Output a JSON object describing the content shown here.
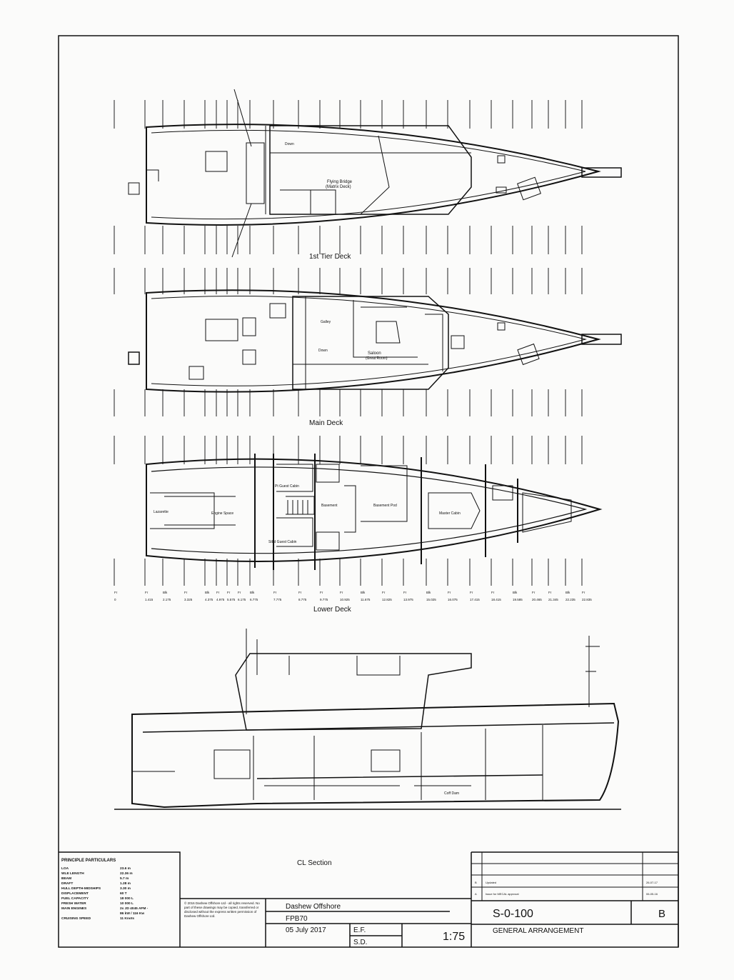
{
  "decks": {
    "tier1": {
      "label": "1st Tier Deck",
      "room": "Flying Bridge",
      "room_sub": "(Matrix Deck)",
      "down": "Down"
    },
    "main": {
      "label": "Main Deck",
      "galley": "Galley",
      "saloon": "Saloon",
      "saloon_sub": "(Great Room)",
      "down": "Down"
    },
    "lower": {
      "label": "Lower Deck",
      "lazarette": "Lazarette",
      "engine": "Engine Space",
      "guest1": "Pt Guest Cabin",
      "guest2": "Stbd Guest Cabin",
      "basement": "Basement",
      "basement_pod": "Basement Pod",
      "master": "Master Cabin"
    },
    "section": {
      "label": "CL Section",
      "cofferdam": "Coff Dam"
    }
  },
  "frames": [
    {
      "t": "Fr",
      "v": "0"
    },
    {
      "t": "Fr",
      "v": "1.415"
    },
    {
      "t": "Blk",
      "v": "2.175"
    },
    {
      "t": "Fr",
      "v": "3.325"
    },
    {
      "t": "Blk",
      "v": "4.375"
    },
    {
      "t": "Fr",
      "v": "4.975"
    },
    {
      "t": "Fr",
      "v": "5.575"
    },
    {
      "t": "Fr",
      "v": "6.175"
    },
    {
      "t": "Blk",
      "v": "6.775"
    },
    {
      "t": "Fr",
      "v": "7.775"
    },
    {
      "t": "Fr",
      "v": "8.775"
    },
    {
      "t": "Fr",
      "v": "9.775"
    },
    {
      "t": "Fr",
      "v": "10.925"
    },
    {
      "t": "Blk",
      "v": "11.675"
    },
    {
      "t": "Fr",
      "v": "12.825"
    },
    {
      "t": "Fr",
      "v": "13.975"
    },
    {
      "t": "Blk",
      "v": "15.025"
    },
    {
      "t": "Fr",
      "v": "16.075"
    },
    {
      "t": "Fr",
      "v": "17.415"
    },
    {
      "t": "Fr",
      "v": "18.415"
    },
    {
      "t": "Blk",
      "v": "19.585"
    },
    {
      "t": "Fr",
      "v": "20.465"
    },
    {
      "t": "Fr",
      "v": "21.345"
    },
    {
      "t": "Blk",
      "v": "22.235"
    },
    {
      "t": "Fr",
      "v": "22.835"
    }
  ],
  "particulars": {
    "title": "PRINCIPLE PARTICULARS",
    "rows": [
      {
        "k": "LOA",
        "v": "23.6 m"
      },
      {
        "k": "WLE LENGTH",
        "v": "22.36 m"
      },
      {
        "k": "BEAM",
        "v": "5.7 m"
      },
      {
        "k": "DRAFT",
        "v": "1.28 m"
      },
      {
        "k": "HULL DEPTH-MIDSHIPS",
        "v": "3.30 m"
      },
      {
        "k": "DISPLACEMENT",
        "v": "60 T"
      },
      {
        "k": "FUEL CAPACITY",
        "v": "18 000 L"
      },
      {
        "k": "FRESH WATER",
        "v": "10 000 L"
      },
      {
        "k": "MAIN ENGINES",
        "v": "2x JD 4045 AFM -"
      },
      {
        "k": "",
        "v": "86 kW / 116 Kw"
      },
      {
        "k": "CRUISING SPEED",
        "v": "11 Knots"
      }
    ]
  },
  "copyright": "© 2016 Dashew Offshore Ltd - all rights reserved. No part of these drawings may be copied, transferred or disclosed without the express written permission of Dashew Offshore Ltd.",
  "title_block": {
    "company": "Dashew Offshore",
    "project": "FPB70",
    "date": "05 July 2017",
    "drawn": "E.F.",
    "checked": "S.D.",
    "scale": "1:75",
    "drawing_no": "S-0-100",
    "revision": "B",
    "title": "GENERAL ARRANGEMENT",
    "revisions": [
      {
        "rev": "B",
        "desc": "Updated",
        "date": "26-07-17"
      },
      {
        "rev": "A",
        "desc": "Issue for MECAL approval",
        "date": "06-05-16"
      }
    ]
  }
}
